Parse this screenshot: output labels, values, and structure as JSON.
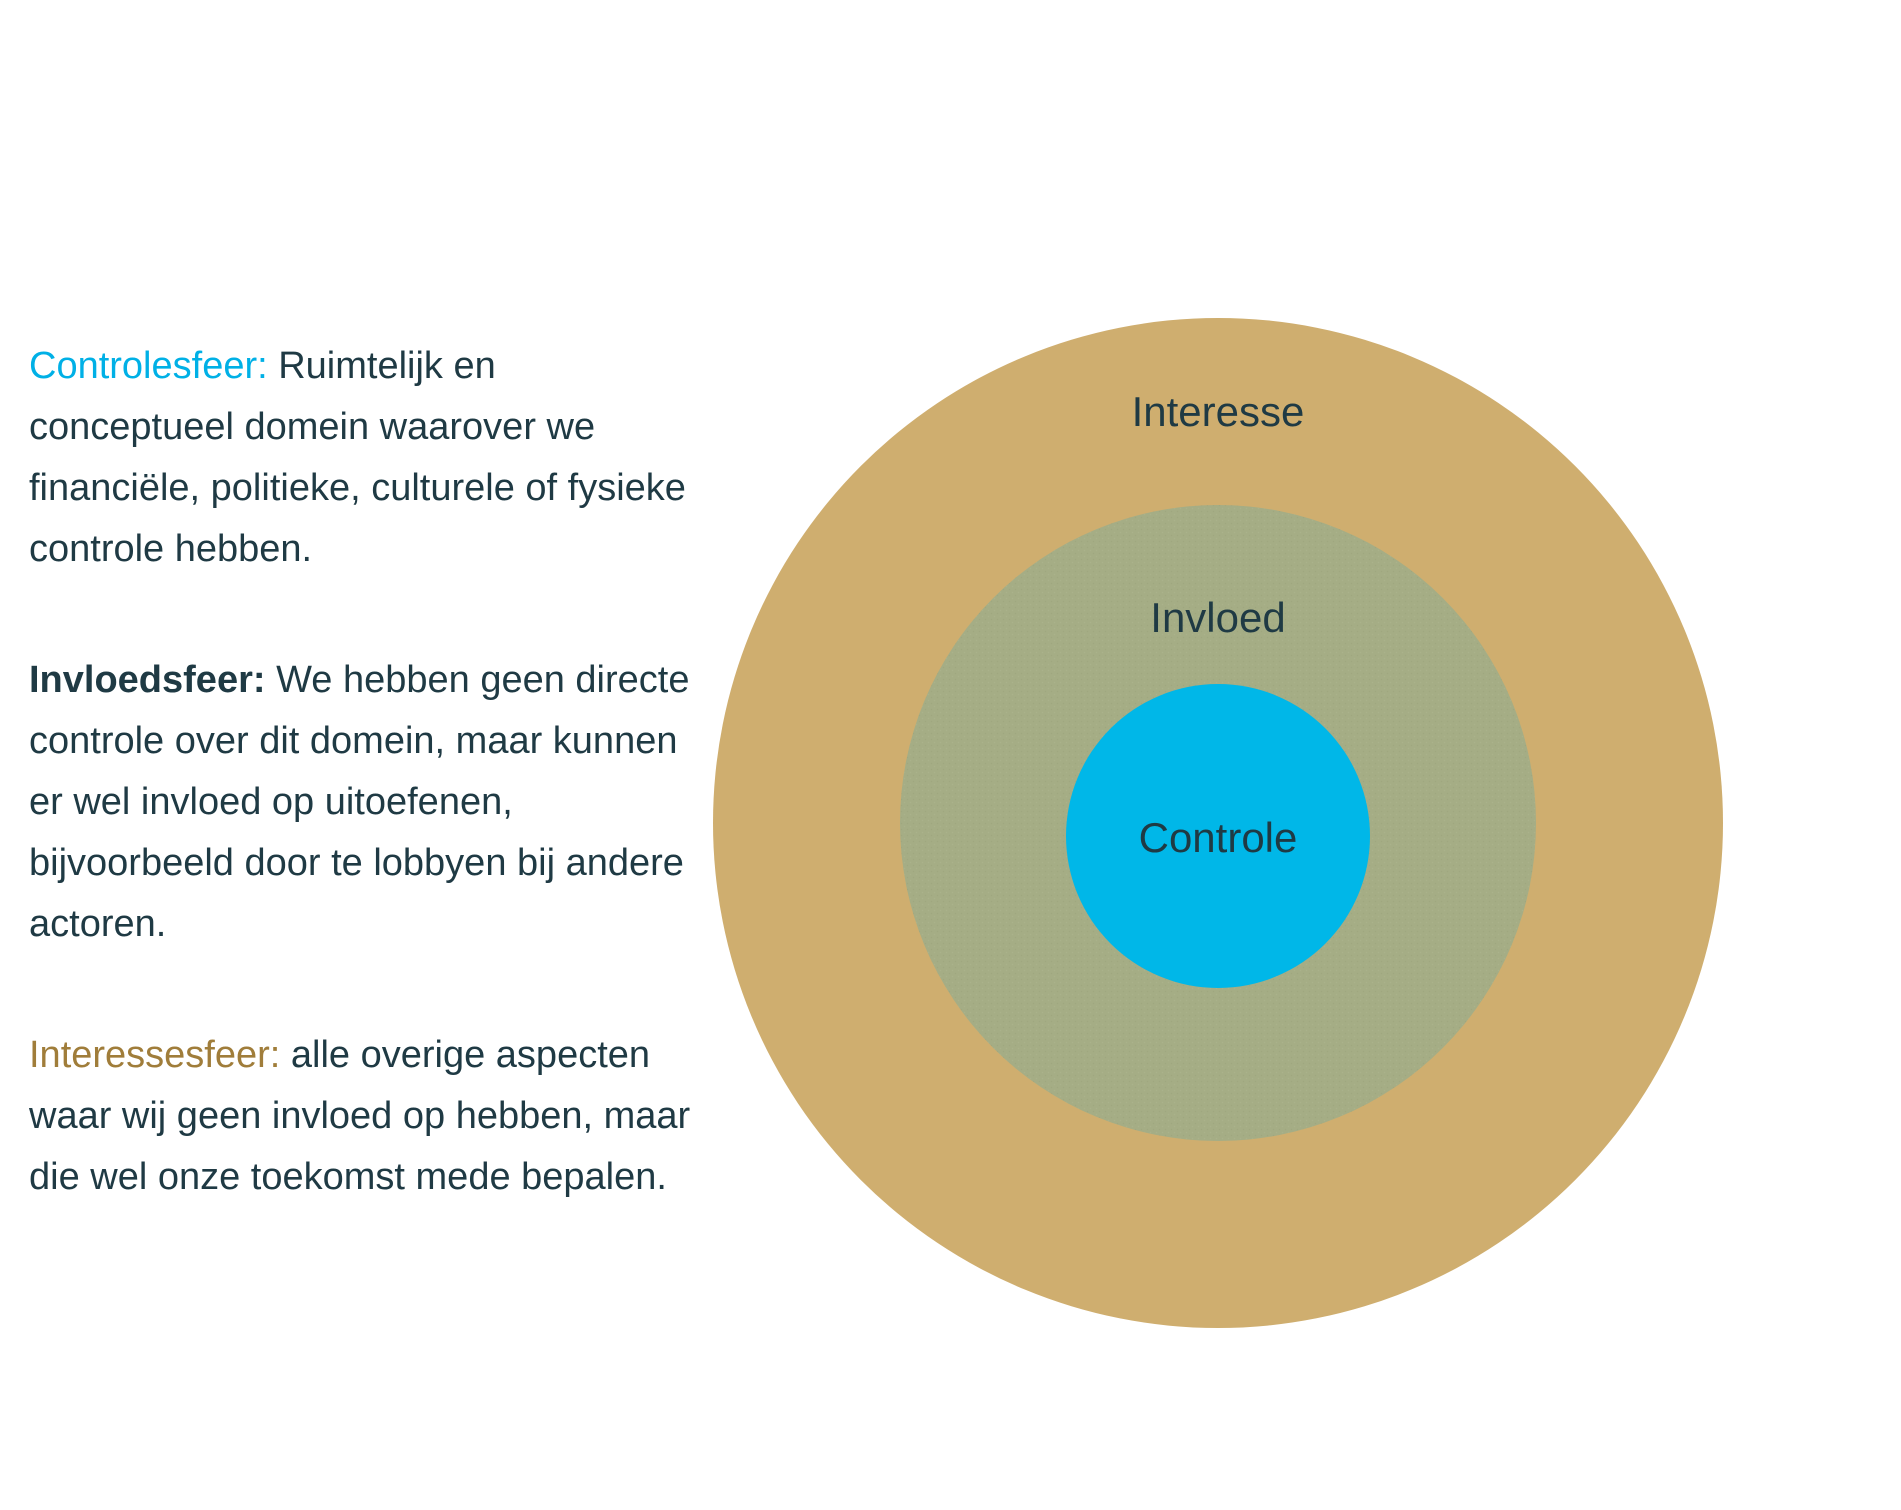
{
  "colors": {
    "interesse": "#cfae6f",
    "invloed": "#a5ad85",
    "controle": "#00b7e8",
    "body_text": "#1f3a44",
    "controle_term": "#00b0e6",
    "invloed_term": "#1f3a44",
    "interesse_term": "#a07d3a"
  },
  "spheres": [
    {
      "term": "Controlesfeer:",
      "description": " Ruimtelijk en conceptueel domein waarover we financiële, politieke, culturele of fysieke controle hebben."
    },
    {
      "term": "Invloedsfeer:",
      "description": " We hebben geen directe controle over dit domein, maar kunnen er wel invloed op uitoefenen, bijvoorbeeld door te lobbyen bij andere actoren."
    },
    {
      "term": "Interessesfeer:",
      "description": " alle overige aspecten waar wij geen invloed op hebben, maar die wel onze toekomst mede bepalen."
    }
  ],
  "rings": {
    "outer_label": "Interesse",
    "middle_label": "Invloed",
    "inner_label": "Controle"
  }
}
